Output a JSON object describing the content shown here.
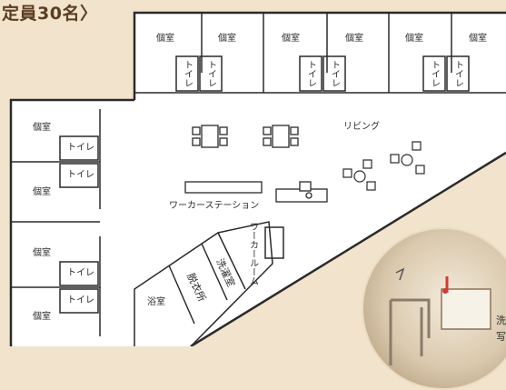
{
  "header": {
    "capacity_text": "定員30名〉"
  },
  "rooms": {
    "private_room": "個室",
    "toilet": "トイレ",
    "living": "リビング",
    "workstation": "ワーカーステーション",
    "worker_room": "ワーカールーム",
    "laundry": "洗濯室",
    "dressing": "脱衣所",
    "bath": "浴室"
  },
  "photo_caption": {
    "line1": "洗",
    "line2": "写"
  },
  "colors": {
    "background": "#f1e3cc",
    "floor": "#ffffff",
    "wall": "#2a2a2a",
    "heading": "#5a3d22",
    "accent_red": "#d23b2e"
  }
}
